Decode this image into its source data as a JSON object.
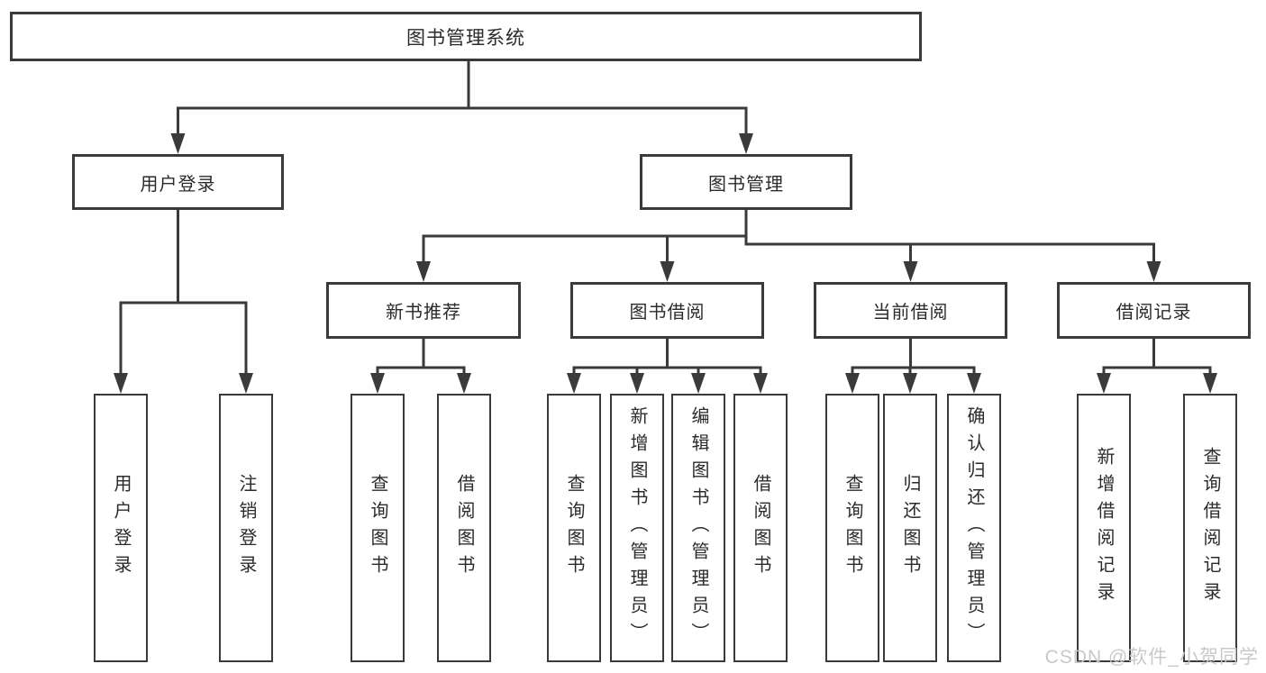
{
  "diagram_title": "图书管理系统",
  "colors": {
    "line": "#3a3a3a",
    "node_border": "#3a3a3a",
    "text": "#2b2b2b",
    "background": "#ffffff",
    "watermark": "#c6c6c6"
  },
  "tree": {
    "root": {
      "label": "图书管理系统"
    },
    "branches": [
      {
        "label": "用户登录",
        "children": [
          {
            "label": "用户登录"
          },
          {
            "label": "注销登录"
          }
        ]
      },
      {
        "label": "图书管理",
        "children": [
          {
            "label": "新书推荐",
            "children": [
              {
                "label": "查询图书"
              },
              {
                "label": "借阅图书"
              }
            ]
          },
          {
            "label": "图书借阅",
            "children": [
              {
                "label": "查询图书"
              },
              {
                "label": "新增图书（管理员）"
              },
              {
                "label": "编辑图书（管理员）"
              },
              {
                "label": "借阅图书"
              }
            ]
          },
          {
            "label": "当前借阅",
            "children": [
              {
                "label": "查询图书"
              },
              {
                "label": "归还图书"
              },
              {
                "label": "确认归还（管理员）"
              }
            ]
          },
          {
            "label": "借阅记录",
            "children": [
              {
                "label": "新增借阅记录"
              },
              {
                "label": "查询借阅记录"
              }
            ]
          }
        ]
      }
    ]
  },
  "watermark": {
    "text": "CSDN @软件_小贺同学"
  }
}
